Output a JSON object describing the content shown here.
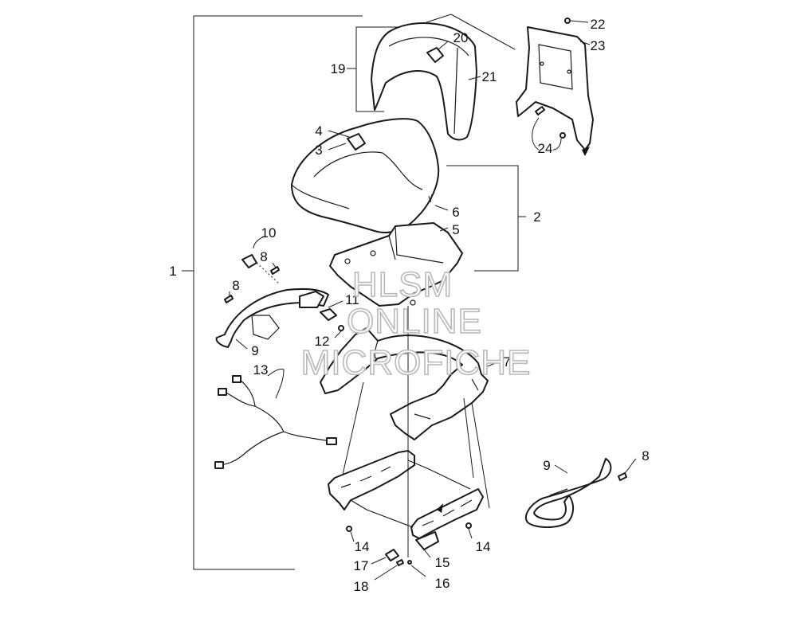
{
  "diagram": {
    "labels": {
      "p1": "1",
      "p2": "2",
      "p3": "3",
      "p4": "4",
      "p5": "5",
      "p6": "6",
      "p7": "7",
      "p8a": "8",
      "p8b": "8",
      "p8c": "8",
      "p9a": "9",
      "p9b": "9",
      "p10": "10",
      "p11": "11",
      "p12": "12",
      "p13": "13",
      "p14a": "14",
      "p14b": "14",
      "p15": "15",
      "p16": "16",
      "p17": "17",
      "p18": "18",
      "p19": "19",
      "p20": "20",
      "p21": "21",
      "p22": "22",
      "p23": "23",
      "p24": "24"
    },
    "watermark": {
      "line1": "HLSM",
      "line2": "ONLINE",
      "line3": "MICROFICHE"
    }
  }
}
